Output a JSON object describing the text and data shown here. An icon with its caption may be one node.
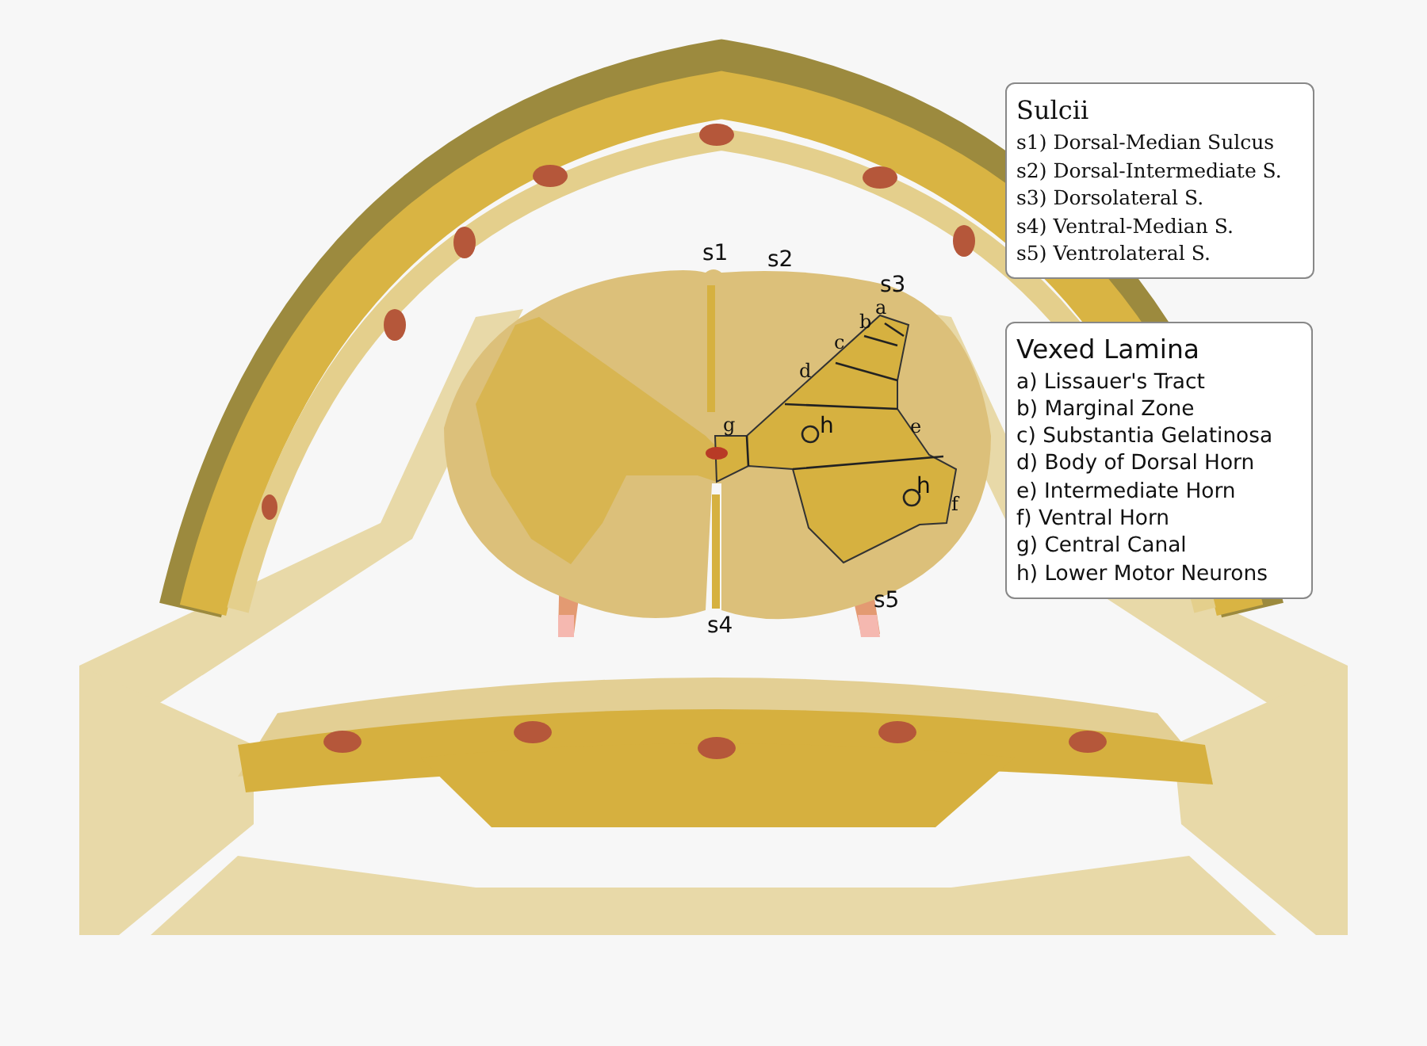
{
  "diagram": {
    "nodes": [
      {
        "text": [
          "Sulcii",
          "s1) Dorsal-Median Sulcus",
          "s2) Dorsal-Intermediate S.",
          "s3) Dorsolateral S.",
          "s4) Ventral-Median S.",
          "s5) Ventrolateral S."
        ]
      },
      {
        "text": [
          "Vexed Lamina",
          "a) Lissauer's Tract",
          "b) Marginal Zone",
          "c) Substantia Gelatinosa",
          "d) Body of Dorsal Horn",
          "e) Intermediate Horn",
          "f) Ventral Horn",
          "g) Central Canal",
          "h) Lower Motor Neurons"
        ]
      }
    ],
    "labels": [
      "s1",
      "s2",
      "s3",
      "a",
      "b",
      "c",
      "d",
      "g",
      "h",
      "e",
      "h",
      "f",
      "s5",
      "s4"
    ]
  }
}
